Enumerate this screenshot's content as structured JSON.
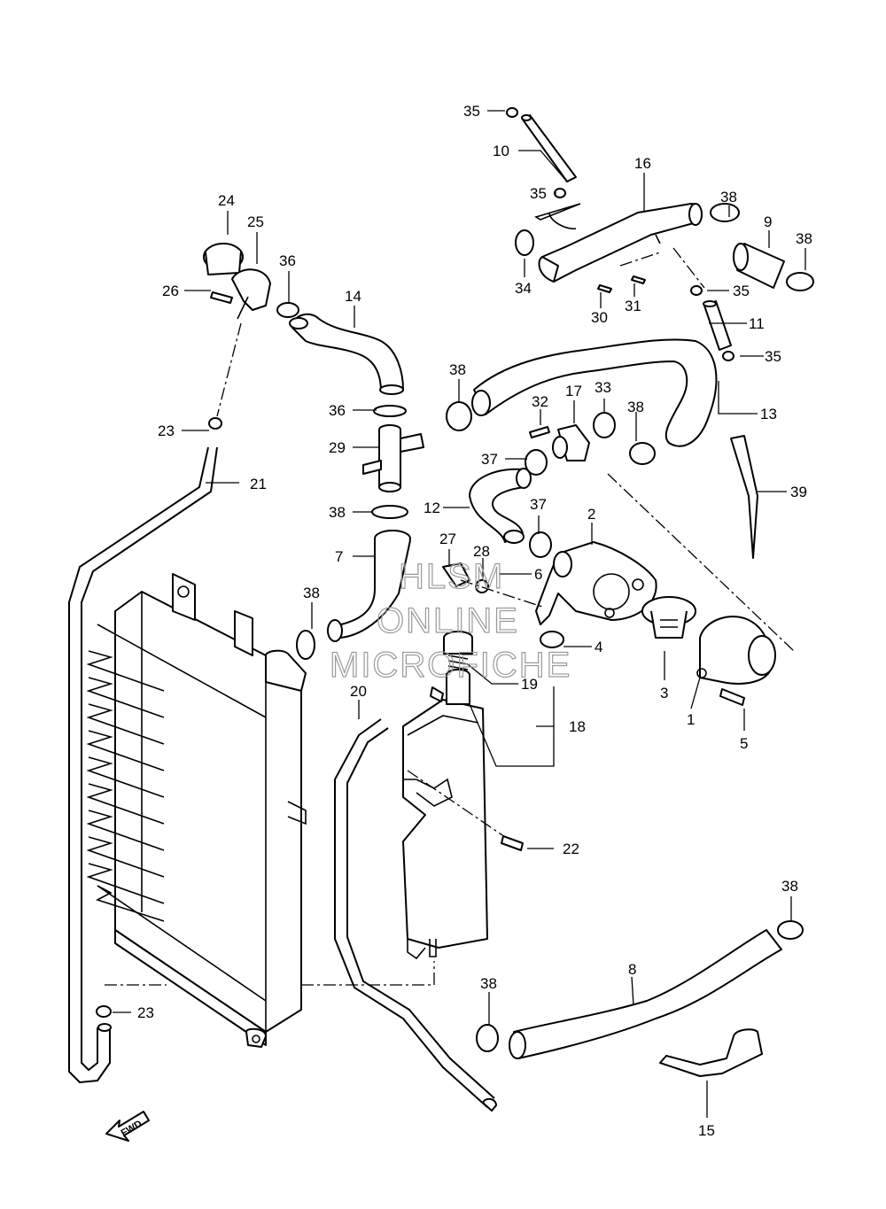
{
  "labels": {
    "p1": "1",
    "p2": "2",
    "p3": "3",
    "p4": "4",
    "p5": "5",
    "p6": "6",
    "p7": "7",
    "p8": "8",
    "p9": "9",
    "p10": "10",
    "p11": "11",
    "p12": "12",
    "p13": "13",
    "p14": "14",
    "p15": "15",
    "p16": "16",
    "p17": "17",
    "p18": "18",
    "p19": "19",
    "p20": "20",
    "p21": "21",
    "p22": "22",
    "p23a": "23",
    "p23b": "23",
    "p24": "24",
    "p25": "25",
    "p26": "26",
    "p27": "27",
    "p28": "28",
    "p29": "29",
    "p30": "30",
    "p31": "31",
    "p32": "32",
    "p33": "33",
    "p34": "34",
    "p35a": "35",
    "p35b": "35",
    "p35c": "35",
    "p35d": "35",
    "p36a": "36",
    "p36b": "36",
    "p37a": "37",
    "p37b": "37",
    "p38a": "38",
    "p38b": "38",
    "p38c": "38",
    "p38d": "38",
    "p38e": "38",
    "p38f": "38",
    "p38g": "38",
    "p38h": "38",
    "p39": "39"
  },
  "watermark": {
    "line1": "HLSM",
    "line2": "ONLINE",
    "line3": "MICROFICHE"
  },
  "fwd_arrow": "FWD"
}
